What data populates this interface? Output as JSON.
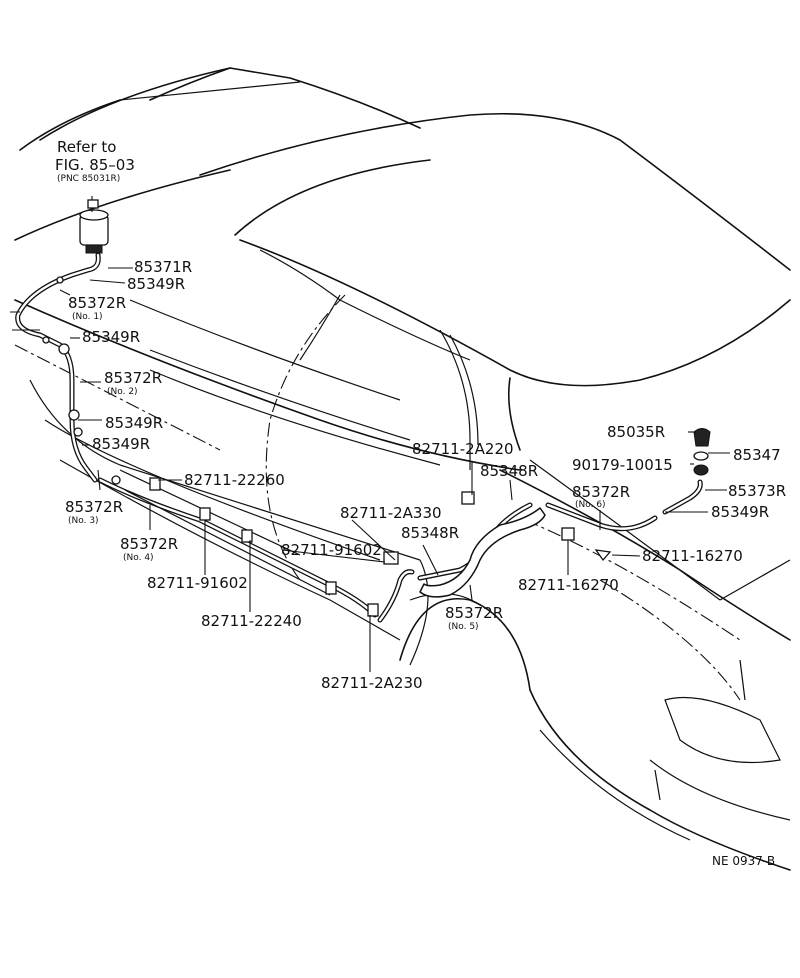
{
  "reference": {
    "line1": "Refer to",
    "line2": "FIG. 85–03",
    "line3": "(PNC 85031R)"
  },
  "figure_code": "NE  0937-B",
  "callouts": [
    {
      "id": "c01",
      "part": "85371R",
      "sub": ""
    },
    {
      "id": "c02",
      "part": "85349R",
      "sub": ""
    },
    {
      "id": "c03",
      "part": "85372R",
      "sub": "(No. 1)"
    },
    {
      "id": "c04",
      "part": "85349R",
      "sub": ""
    },
    {
      "id": "c05",
      "part": "85372R",
      "sub": "(No. 2)"
    },
    {
      "id": "c06",
      "part": "85349R",
      "sub": ""
    },
    {
      "id": "c07",
      "part": "85349R",
      "sub": ""
    },
    {
      "id": "c08",
      "part": "85372R",
      "sub": "(No. 3)"
    },
    {
      "id": "c09",
      "part": "82711-22260",
      "sub": ""
    },
    {
      "id": "c10",
      "part": "85372R",
      "sub": "(No. 4)"
    },
    {
      "id": "c11",
      "part": "82711-91602",
      "sub": ""
    },
    {
      "id": "c12",
      "part": "82711-91602",
      "sub": ""
    },
    {
      "id": "c13",
      "part": "82711-22240",
      "sub": ""
    },
    {
      "id": "c14",
      "part": "82711-2A230",
      "sub": ""
    },
    {
      "id": "c15",
      "part": "82711-2A330",
      "sub": ""
    },
    {
      "id": "c16",
      "part": "85348R",
      "sub": ""
    },
    {
      "id": "c17",
      "part": "82711-2A220",
      "sub": ""
    },
    {
      "id": "c18",
      "part": "85348R",
      "sub": ""
    },
    {
      "id": "c19",
      "part": "85372R",
      "sub": "(No. 5)"
    },
    {
      "id": "c20",
      "part": "82711-16270",
      "sub": ""
    },
    {
      "id": "c21",
      "part": "85372R",
      "sub": "(No. 6)"
    },
    {
      "id": "c22",
      "part": "82711-16270",
      "sub": ""
    },
    {
      "id": "c23",
      "part": "85035R",
      "sub": ""
    },
    {
      "id": "c24",
      "part": "85347",
      "sub": ""
    },
    {
      "id": "c25",
      "part": "90179-10015",
      "sub": ""
    },
    {
      "id": "c26",
      "part": "85373R",
      "sub": ""
    },
    {
      "id": "c27",
      "part": "85349R",
      "sub": ""
    }
  ]
}
